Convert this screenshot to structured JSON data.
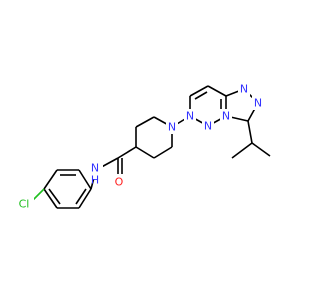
{
  "molecule": {
    "atoms": {
      "cl": "Cl",
      "nh": "N",
      "h": "H",
      "o": "O",
      "n_pip": "N",
      "n_a": "N",
      "n_b": "N",
      "n_c": "N",
      "n_d": "N",
      "n_e": "N"
    }
  },
  "colors": {
    "carbon_bond": "#000000",
    "nitrogen": "#3333ff",
    "oxygen": "#ff2020",
    "chlorine": "#1fbf1f"
  }
}
